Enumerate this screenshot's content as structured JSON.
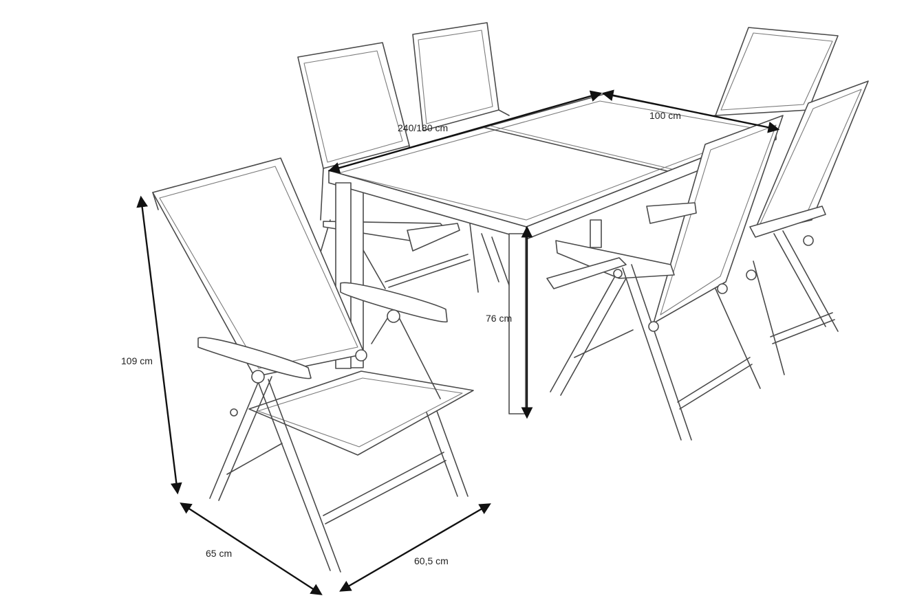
{
  "diagram": {
    "subject": "Garden furniture set: extendable table with six reclining folding chairs",
    "labels": {
      "table_length": "240/180 cm",
      "table_width": "100 cm",
      "table_height": "76 cm",
      "chair_height": "109 cm",
      "chair_depth": "65 cm",
      "chair_width": "60,5 cm"
    },
    "colors": {
      "line": "#4a4a4a",
      "dimension_arrow": "#111111",
      "background": "#ffffff"
    }
  }
}
